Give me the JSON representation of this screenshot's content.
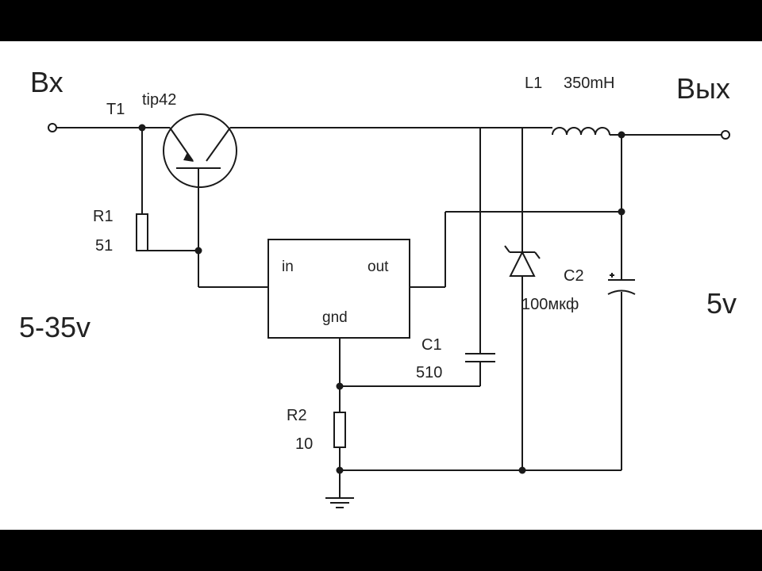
{
  "labels": {
    "input": "Вх",
    "output": "Вых",
    "input_range": "5-35v",
    "output_voltage": "5v",
    "t1_ref": "T1",
    "t1_part": "tip42",
    "l1_ref": "L1",
    "l1_value": "350mH",
    "r1_ref": "R1",
    "r1_value": "51",
    "ic_in": "in",
    "ic_out": "out",
    "ic_gnd": "gnd",
    "c1_ref": "C1",
    "c1_value": "510",
    "c2_ref": "C2",
    "c2_value": "100мкф",
    "r2_ref": "R2",
    "r2_value": "10"
  },
  "colors": {
    "frame": "#000000",
    "background": "#ffffff",
    "ink": "#1a1a1a"
  }
}
